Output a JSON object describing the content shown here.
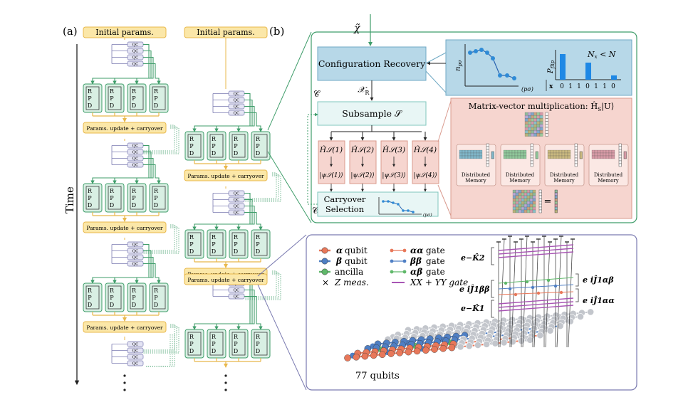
{
  "panel_a": {
    "label": "(a)",
    "time_label": "Time",
    "col1_initial": "Initial params.",
    "col2_initial": "Initial params.",
    "update_label": "Params. update + carryover",
    "qc_label": "QC",
    "rpd_letters": [
      "R",
      "P",
      "D"
    ],
    "ellipsis": "⋮"
  },
  "panel_b": {
    "label": "(b)",
    "chi_tilde": "χ̃",
    "config_recovery": "Configuration Recovery",
    "chi_r": "𝒳",
    "chi_r_sub": "R",
    "c_symbol": "𝒞",
    "subsample": "Subsample 𝒮",
    "hamiltonians": [
      "Ĥ𝒮(1)",
      "Ĥ𝒮(2)",
      "Ĥ𝒮(3)",
      "Ĥ𝒮(4)"
    ],
    "h_sup": [
      "(1)",
      "(2)",
      "(3)",
      "(4)"
    ],
    "carryover_line1": "Carryover",
    "carryover_line2": "Selection",
    "npsigma": "n",
    "psigma_axis": "(pσ)",
    "npsigma_sub": "pσ",
    "pflip": "P",
    "pflip_sub": "flip",
    "nx_lt_n": "N",
    "x_row_label": "x",
    "x_row_values": [
      "0",
      "1",
      "1",
      "0",
      "1",
      "1",
      "0"
    ],
    "matvec_title": "Matrix-vector multiplication: Ĥ",
    "matvec_title_tail": "|U⟩",
    "matvec_sub": "S",
    "distributed": [
      "Distributed",
      "Memory"
    ],
    "equals": "="
  },
  "panel_c": {
    "legend_alpha_qubit": "qubit",
    "legend_beta_qubit": "qubit",
    "legend_ancilla": "ancilla",
    "legend_zmeas": "Z meas.",
    "legend_aa_gate": "gate",
    "legend_bb_gate": "gate",
    "legend_ab_gate": "gate",
    "legend_xxyy_gate": "XX + YY gate",
    "qubit_count": "77 qubits",
    "ops_left": [
      "e−K̂2",
      "e iĴ1ββ",
      "e−K̂1"
    ],
    "ops_right": [
      "e iĴ1αβ",
      "e iĴ1αα"
    ]
  },
  "colors": {
    "gold_box": "#fbe7a8",
    "gold_edge": "#e8b84b",
    "green_box": "#d8efe3",
    "green_edge": "#3f9d6a",
    "lavender": "#e4e4f4",
    "lavender_edge": "#7a7ab0",
    "blue_panel": "#b7d8e8",
    "pink_panel": "#f6d5cf",
    "alpha": "#e8785a",
    "beta": "#4f7fc4",
    "ancilla": "#5fb86a",
    "gray_node": "#c3c6cc",
    "xxyy": "#a855b4"
  }
}
